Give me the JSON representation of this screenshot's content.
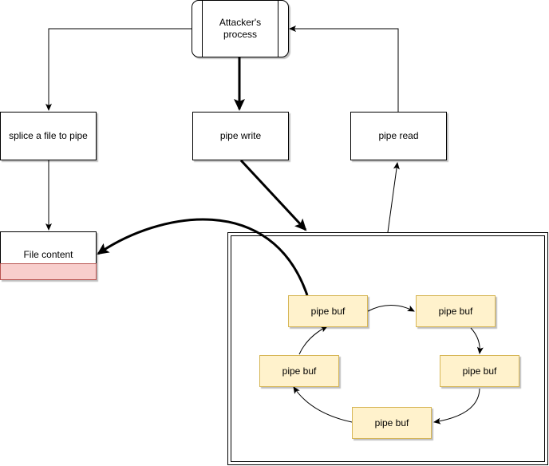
{
  "nodes": {
    "attacker": "Attacker's process",
    "splice": "splice a file to pipe",
    "pipe_write": "pipe write",
    "pipe_read": "pipe read",
    "file_content": "File content",
    "pipe_buf_1": "pipe buf",
    "pipe_buf_2": "pipe buf",
    "pipe_buf_3": "pipe buf",
    "pipe_buf_4": "pipe buf",
    "pipe_buf_5": "pipe buf"
  },
  "colors": {
    "buffer_fill": "#fff2cc",
    "buffer_stroke": "#d6b656",
    "file_strip_fill": "#f8cecc",
    "file_strip_stroke": "#b85450"
  }
}
